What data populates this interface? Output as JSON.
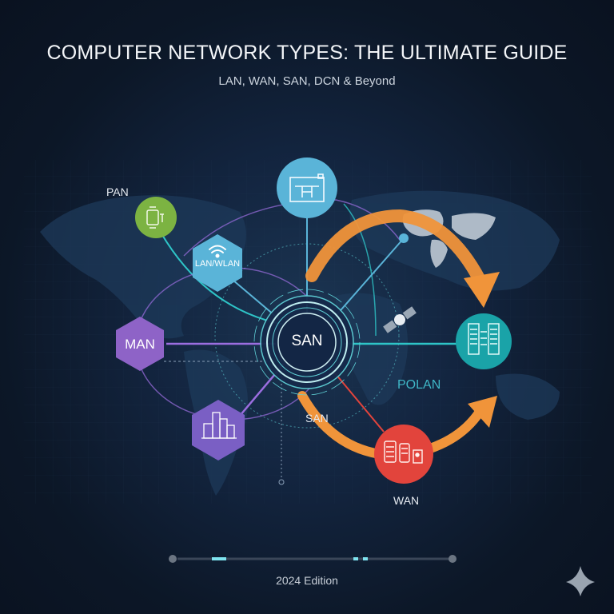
{
  "header": {
    "title": "COMPUTER NETWORK TYPES: THE ULTIMATE GUIDE",
    "subtitle": "LAN, WAN, SAN, DCN & Beyond"
  },
  "nodes": {
    "pan": {
      "label": "PAN",
      "icon": "smartwatch-icon",
      "color": "#7cb342"
    },
    "lan": {
      "label": "LAN/WLAN",
      "icon": "wifi-icon",
      "color": "#5ab4d8"
    },
    "man": {
      "label": "MAN",
      "color": "#8e63c7"
    },
    "city": {
      "icon": "city-buildings-icon",
      "color": "#7a5fc4"
    },
    "desk": {
      "icon": "desk-monitor-icon",
      "color": "#5ab4d8"
    },
    "center": {
      "label": "SAN"
    },
    "dcn": {
      "icon": "server-racks-icon",
      "color": "#1aa3a8"
    },
    "polan": {
      "label": "POLAN",
      "color": "#3fb7c7"
    },
    "san_label": {
      "label": "SAN"
    },
    "wan": {
      "label": "WAN",
      "icon": "server-stack-icon",
      "color": "#e2443c"
    }
  },
  "accent_colors": {
    "teal": "#2ec4c7",
    "purple": "#9b6ee0",
    "orange": "#f0943a",
    "red": "#e2443c"
  },
  "footer": {
    "edition": "2024 Edition",
    "progress": {
      "highlights": 3
    }
  },
  "watermark": {
    "icon": "sparkle-icon"
  }
}
